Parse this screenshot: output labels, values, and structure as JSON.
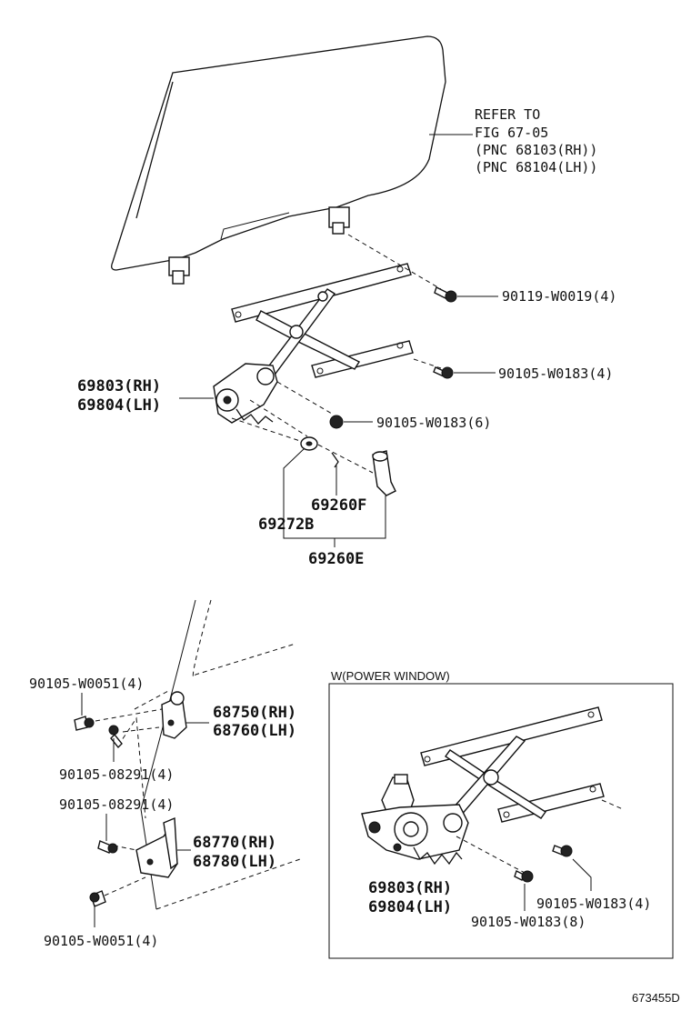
{
  "refer": {
    "line1": "REFER TO",
    "line2": "FIG 67-05",
    "line3": "(PNC 68103(RH))",
    "line4": "(PNC 68104(LH))"
  },
  "labels": {
    "bolt_top": "90119-W0019(4)",
    "bolt_mid": "90105-W0183(4)",
    "bolt_regulator": "90105-W0183(6)",
    "regulator_rh": "69803(RH)",
    "regulator_lh": "69804(LH)",
    "handle_f": "69260F",
    "washer": "69272B",
    "handle_e": "69260E",
    "hinge_bolt_upper": "90105-W0051(4)",
    "upper_hinge_rh": "68750(RH)",
    "upper_hinge_lh": "68760(LH)",
    "hinge_bolt_a": "90105-08291(4)",
    "hinge_bolt_b": "90105-08291(4)",
    "lower_hinge_rh": "68770(RH)",
    "lower_hinge_lh": "68780(LH)",
    "hinge_bolt_lower": "90105-W0051(4)"
  },
  "power_window": {
    "title": "W(POWER WINDOW)",
    "regulator_rh": "69803(RH)",
    "regulator_lh": "69804(LH)",
    "bolt_a": "90105-W0183(4)",
    "bolt_b": "90105-W0183(8)"
  },
  "figure_id": "673455D"
}
